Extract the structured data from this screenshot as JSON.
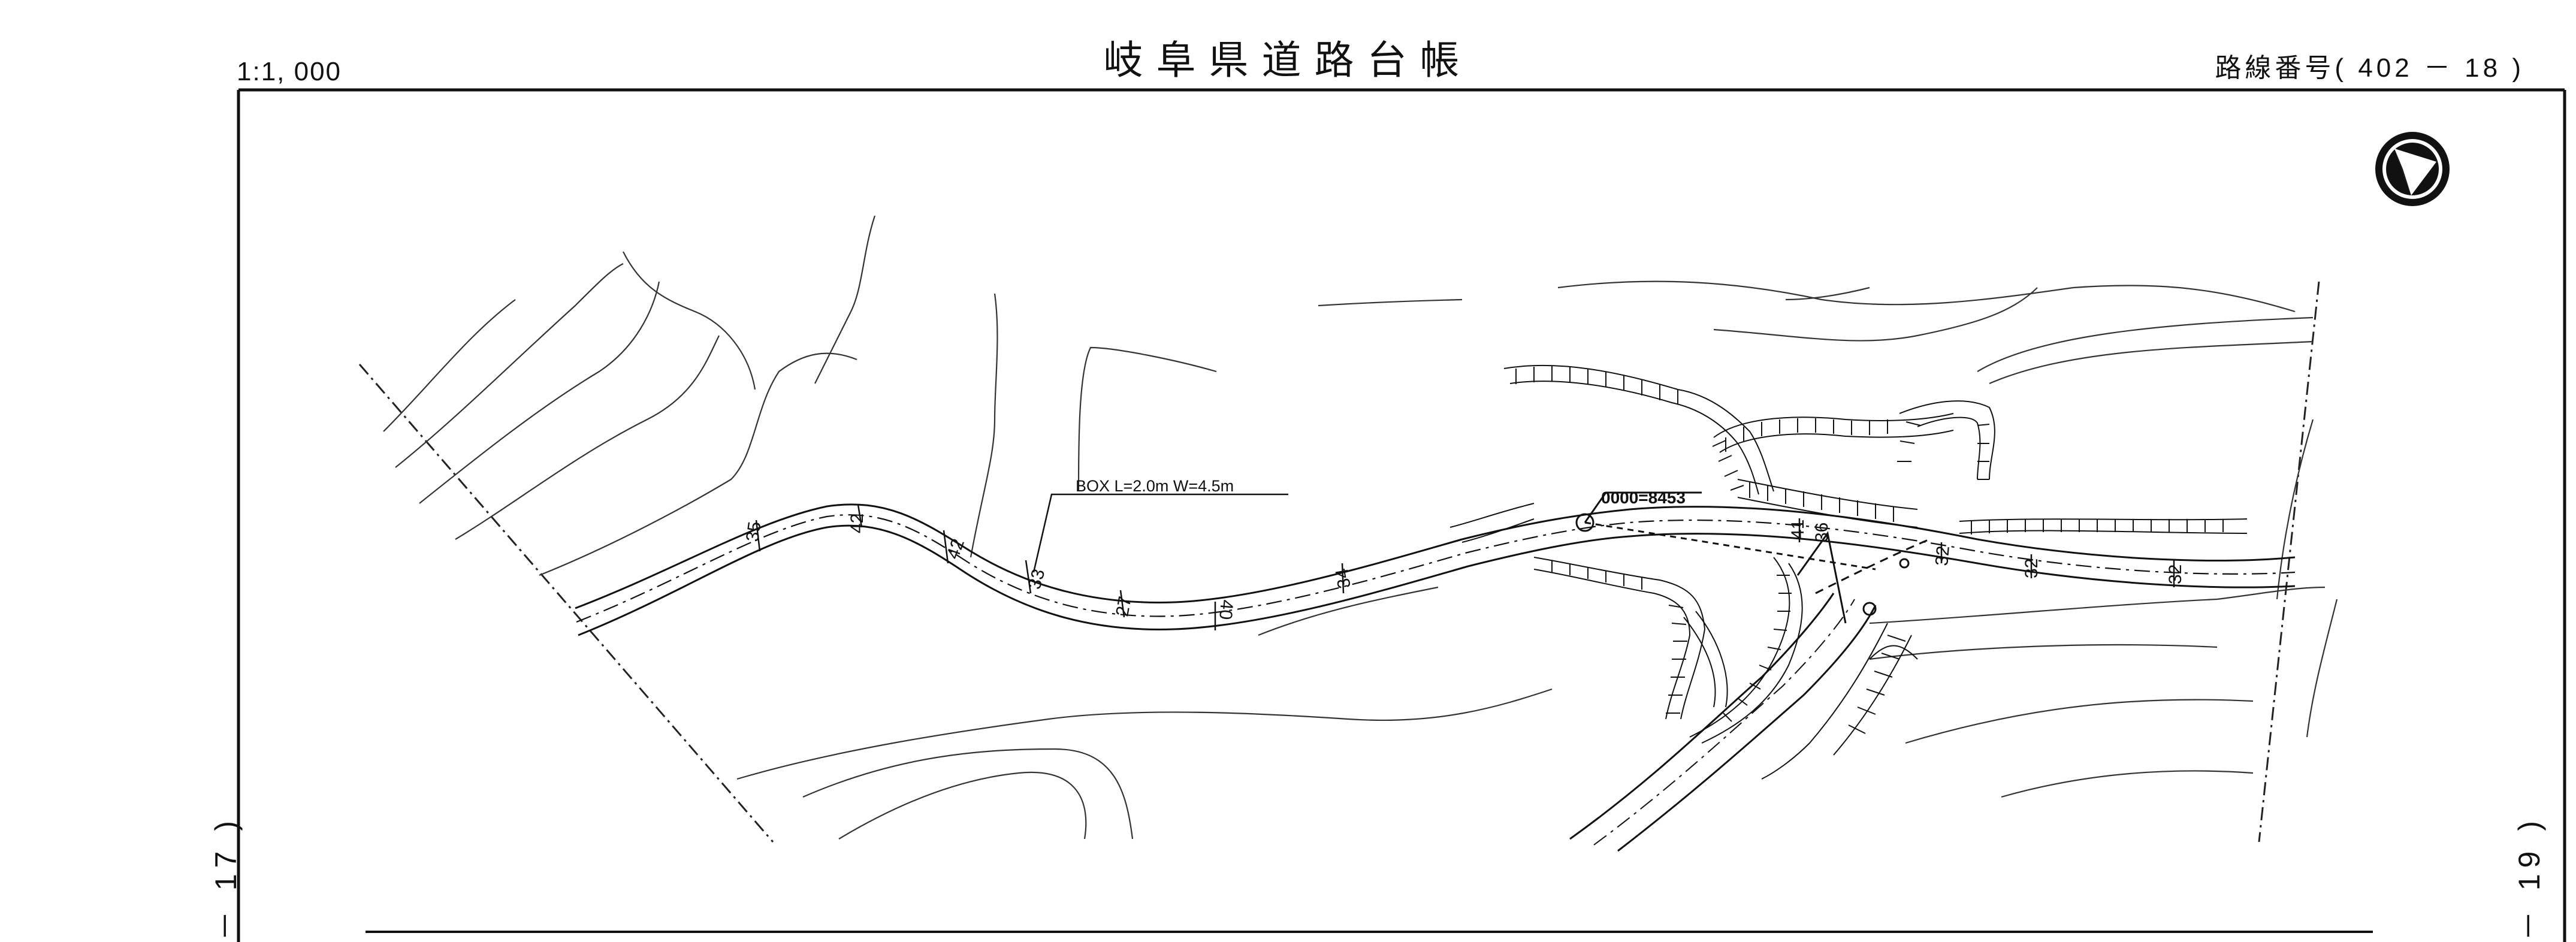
{
  "sheet": {
    "scale": "1:1, 000",
    "title": "岐阜県道路台帳",
    "route_label": "路線番号( 402 － 18 )",
    "prev_sheet": "－ 17 )",
    "next_sheet": "－ 19 )"
  },
  "map": {
    "structure_label": "BOX  L=2.0m  W=4.5m",
    "start_point_label": "0000=8453",
    "width_labels": [
      "35",
      "42",
      "42",
      "33",
      "27",
      "40",
      "34",
      "41",
      "36",
      "32",
      "32",
      "32"
    ],
    "north_arrow": "north-arrow-icon"
  }
}
